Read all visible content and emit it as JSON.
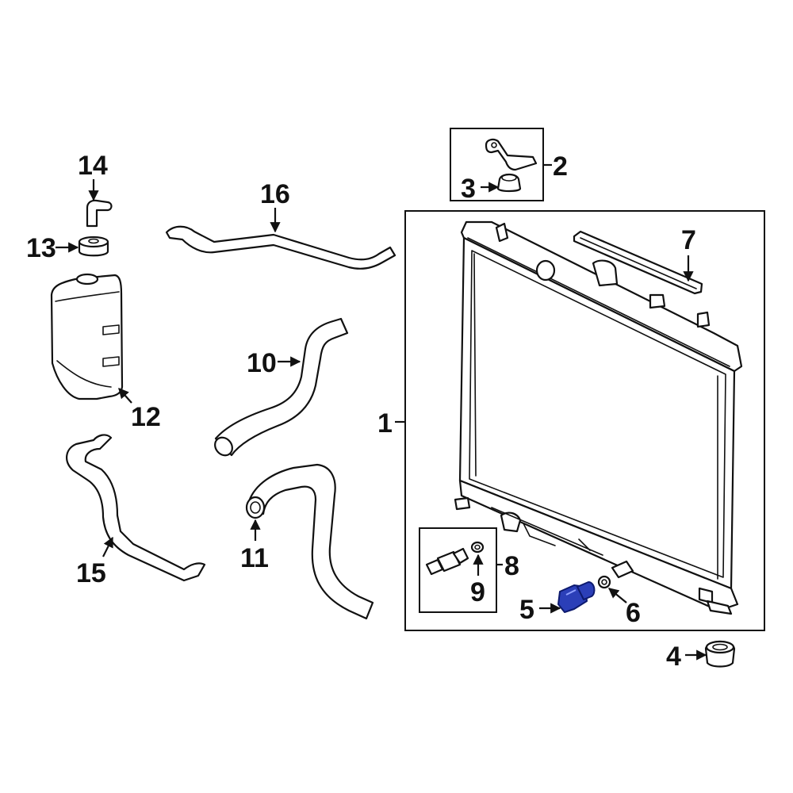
{
  "callouts": {
    "c1": "1",
    "c2": "2",
    "c3": "3",
    "c4": "4",
    "c5": "5",
    "c6": "6",
    "c7": "7",
    "c8": "8",
    "c9": "9",
    "c10": "10",
    "c11": "11",
    "c12": "12",
    "c13": "13",
    "c14": "14",
    "c15": "15",
    "c16": "16"
  },
  "colors": {
    "line": "#111111",
    "highlight": "#2b3fb8",
    "background": "#ffffff"
  }
}
